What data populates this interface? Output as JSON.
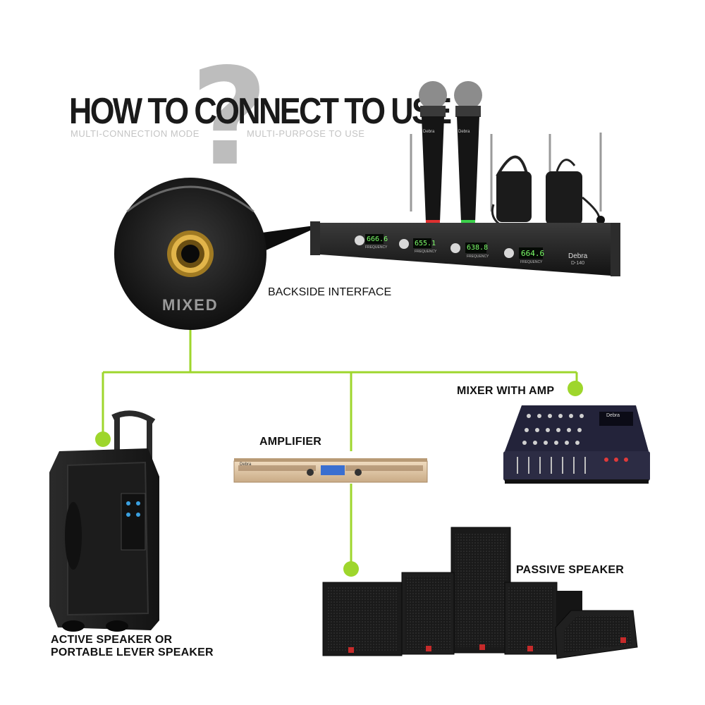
{
  "header": {
    "title": "HOW TO CONNECT TO USE",
    "subtitle_left": "MULTI-CONNECTION MODE",
    "subtitle_right": "MULTI-PURPOSE  TO USE",
    "question_mark": "?"
  },
  "jack": {
    "label": "MIXED"
  },
  "receiver": {
    "brand": "Debra",
    "model": "D-140",
    "frequencies": [
      "666.6",
      "655.1",
      "638.8",
      "664.6"
    ],
    "channel_label": "FREQUENCY",
    "mic_brand": "Debra"
  },
  "labels": {
    "backside": "BACKSIDE INTERFACE",
    "mixer": "MIXER WITH AMP",
    "amplifier": "AMPLIFIER",
    "passive": "PASSIVE SPEAKER",
    "active_line1": "ACTIVE SPEAKER OR",
    "active_line2": "PORTABLE LEVER SPEAKER"
  },
  "mixer": {
    "brand": "Debra"
  },
  "amp": {
    "brand": "Debra"
  },
  "colors": {
    "connector": "#9ed62c",
    "device_dark": "#1e1e1e",
    "amp_panel": "#d8c0a0",
    "title": "#1a1a1a",
    "subtitle": "#c4c4c4",
    "question": "#bdbdbd"
  }
}
